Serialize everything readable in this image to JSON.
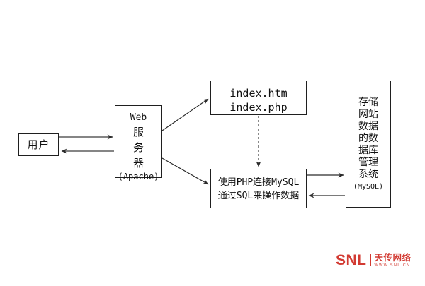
{
  "page": {
    "background": "#ffffff"
  },
  "diagram": {
    "nodes": {
      "user": {
        "label": "用户"
      },
      "web_server": {
        "lines": [
          "Web",
          "服",
          "务",
          "器",
          "(Apache)"
        ]
      },
      "index_files": {
        "lines": [
          "index.htm",
          "index.php"
        ]
      },
      "php_mysql": {
        "lines": [
          "使用PHP连接MySQL",
          "通过SQL来操作数据"
        ]
      },
      "database": {
        "lines": [
          "存储",
          "网站",
          "数据",
          "的数",
          "据库",
          "管理",
          "系统",
          "(MySQL)"
        ]
      }
    },
    "edges": [
      {
        "from": "user",
        "to": "web_server",
        "style": "solid"
      },
      {
        "from": "web_server",
        "to": "user",
        "style": "solid"
      },
      {
        "from": "web_server",
        "to": "index_files",
        "style": "solid"
      },
      {
        "from": "web_server",
        "to": "php_mysql",
        "style": "solid"
      },
      {
        "from": "index_files",
        "to": "php_mysql",
        "style": "dashed"
      },
      {
        "from": "php_mysql",
        "to": "database",
        "style": "solid"
      },
      {
        "from": "database",
        "to": "php_mysql",
        "style": "solid"
      }
    ]
  },
  "logo": {
    "wordmark": "SNL",
    "brand_name": "天传网络",
    "tagline": "WWW.SNL.CN",
    "color": "#d23a32"
  }
}
